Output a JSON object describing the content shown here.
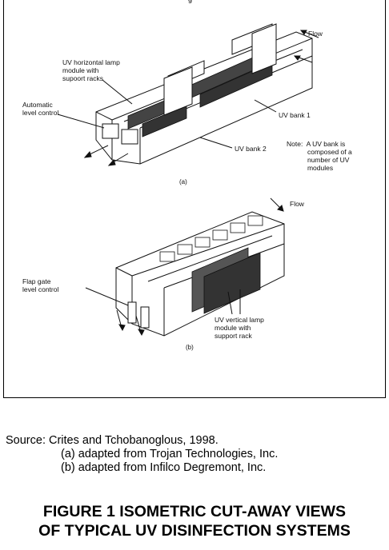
{
  "top_fragment": "g",
  "diagram_a": {
    "labels": {
      "flow": "Flow",
      "lamp_module": "UV horizontal lamp\nmodule with\nsupoort racks",
      "level_control": "Automatic\nlevel control",
      "bank1": "UV bank 1",
      "bank2": "UV bank 2",
      "note": "Note:  A UV bank is\n           composed of a\n           number of UV\n           modules"
    },
    "caption": "(a)"
  },
  "diagram_b": {
    "labels": {
      "flow": "Flow",
      "flap_gate": "Flap gate\nlevel control",
      "vertical_module": "UV vertical lamp\nmodule with\nsupport rack"
    },
    "caption": "(b)"
  },
  "source": {
    "line1": "Source: Crites and Tchobanoglous, 1998.",
    "line2": "(a) adapted from Trojan Technologies, Inc.",
    "line3": "(b) adapted from Infilco Degremont, Inc."
  },
  "figure_title": {
    "line1": "FIGURE 1  ISOMETRIC CUT-AWAY VIEWS",
    "line2": "OF TYPICAL UV DISINFECTION SYSTEMS"
  }
}
